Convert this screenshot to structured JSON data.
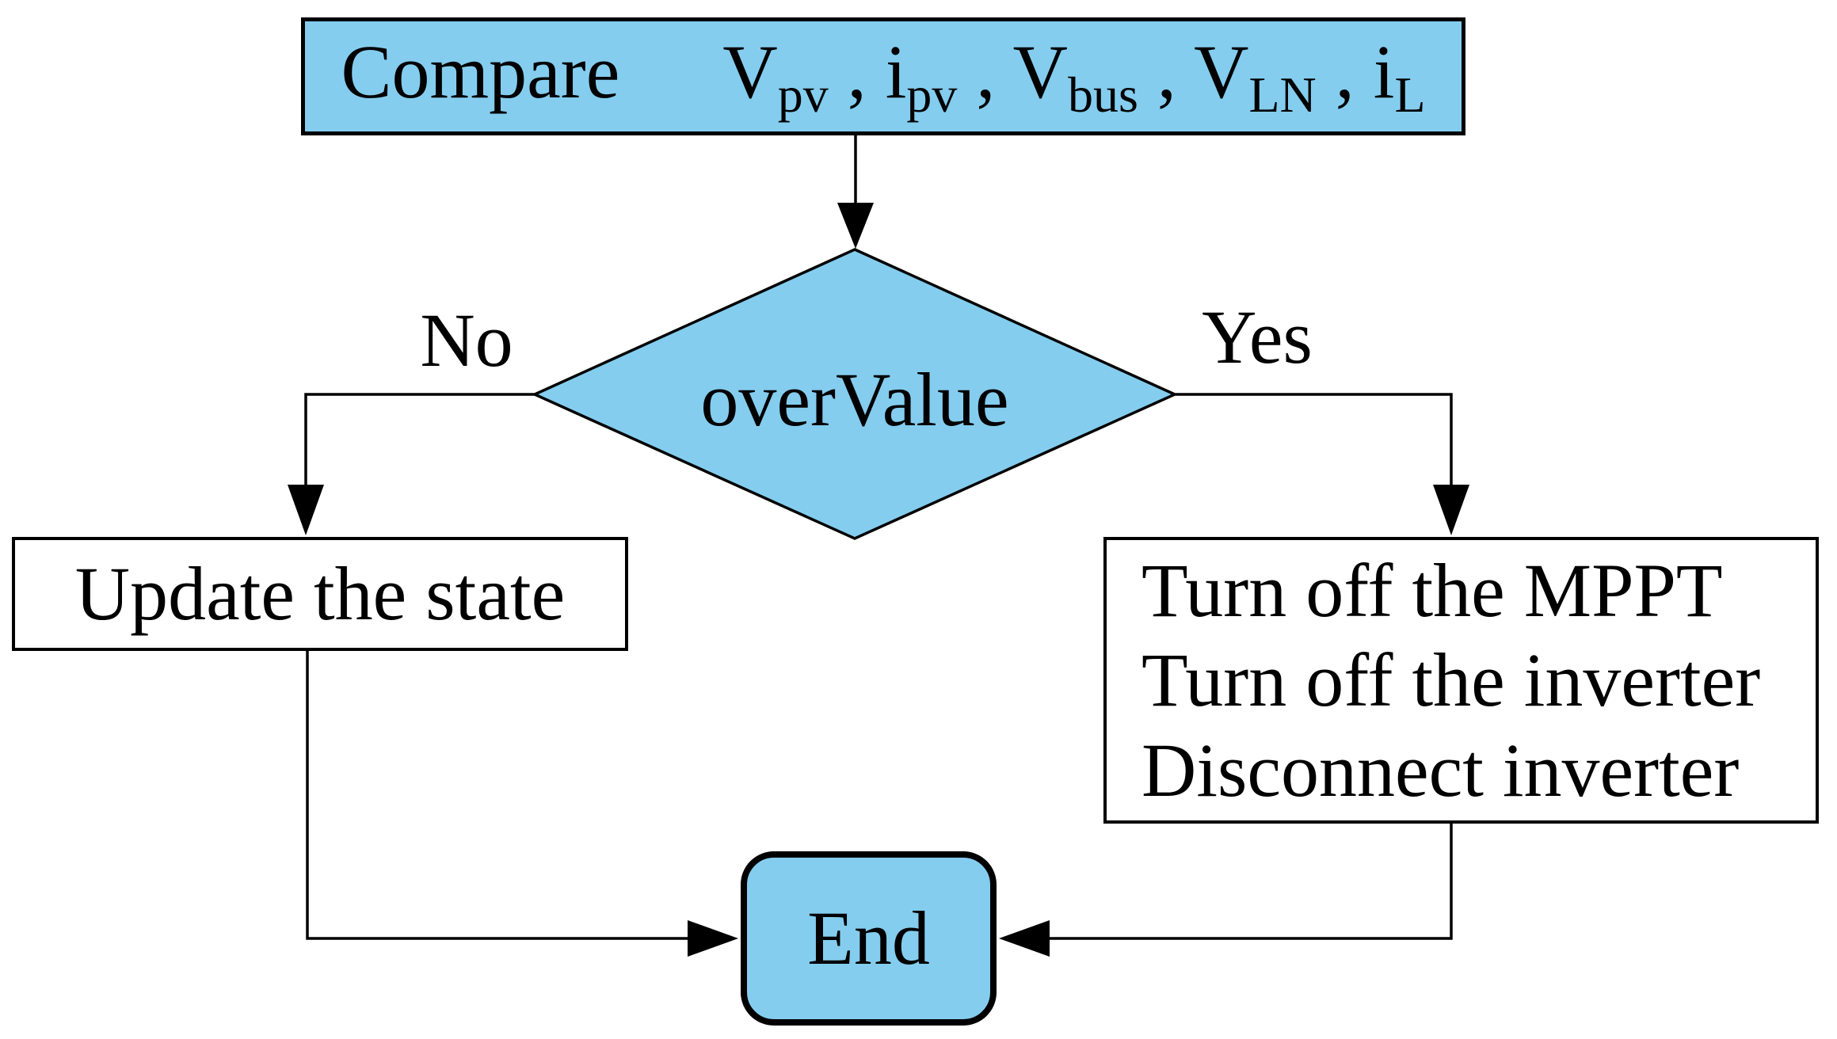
{
  "colors": {
    "shape_fill_blue": "#84CDEF",
    "shape_border": "#000000",
    "process_fill": "#FFFFFF",
    "line_color": "#000000",
    "background": "#FFFFFF"
  },
  "nodes": {
    "compare": {
      "prefix": "Compare",
      "separator": " , ",
      "items": [
        {
          "base": "V",
          "sub": "pv"
        },
        {
          "base": "i",
          "sub": "pv"
        },
        {
          "base": "V",
          "sub": "bus"
        },
        {
          "base": "V",
          "sub": "LN"
        },
        {
          "base": "i",
          "sub": "L"
        }
      ]
    },
    "decision": {
      "label": "overValue"
    },
    "update": {
      "label": "Update the state"
    },
    "shutdown": {
      "lines": [
        "Turn off the MPPT",
        "Turn off the inverter",
        "Disconnect inverter"
      ]
    },
    "end": {
      "label": "End"
    }
  },
  "edges": {
    "no_label": "No",
    "yes_label": "Yes"
  }
}
